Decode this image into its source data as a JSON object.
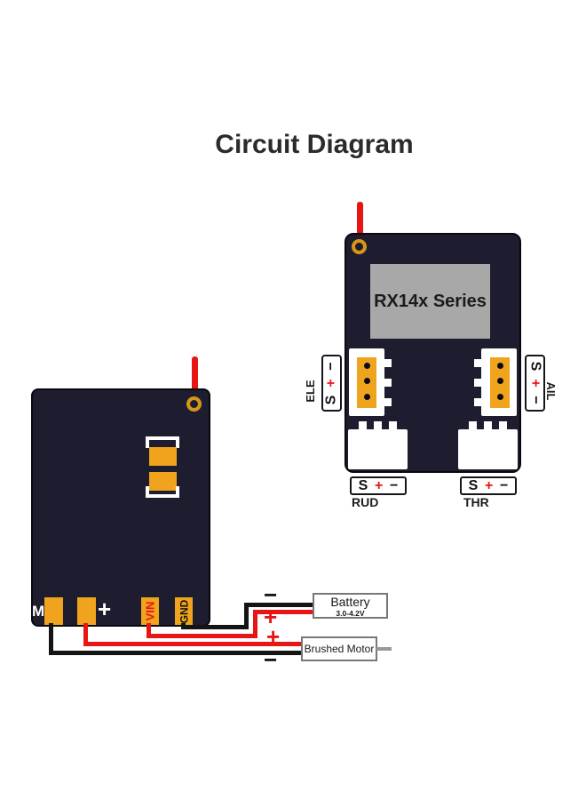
{
  "title": "Circuit Diagram",
  "colors": {
    "board": "#1d1d2f",
    "pad-orange": "#f0a41d",
    "ring-orange": "#d89619",
    "wire-red": "#e81515",
    "wire-black": "#141414",
    "screen-gray": "#a8a8a8"
  },
  "receiver": {
    "screen_label": "RX14x Series",
    "port_ele": {
      "name": "ELE",
      "pin_top": "−",
      "pin_mid": "+",
      "pin_bot": "S"
    },
    "port_ail": {
      "name": "AIL",
      "pin_top": "S",
      "pin_mid": "+",
      "pin_bot": "−"
    },
    "port_rud": {
      "name": "RUD",
      "pin_s": "S",
      "pin_plus": "+",
      "pin_minus": "−"
    },
    "port_thr": {
      "name": "THR",
      "pin_s": "S",
      "pin_plus": "+",
      "pin_minus": "−"
    }
  },
  "esc": {
    "pad_m_label": "M",
    "pad_plus_label": "+",
    "pad_vin_label": "VIN",
    "pad_gnd_label": "GND"
  },
  "battery": {
    "label": "Battery",
    "voltage": "3.0-4.2V",
    "terminal_minus": "−",
    "terminal_plus": "+"
  },
  "motor": {
    "label": "Brushed Motor",
    "terminal_plus": "+",
    "terminal_minus": "−"
  }
}
